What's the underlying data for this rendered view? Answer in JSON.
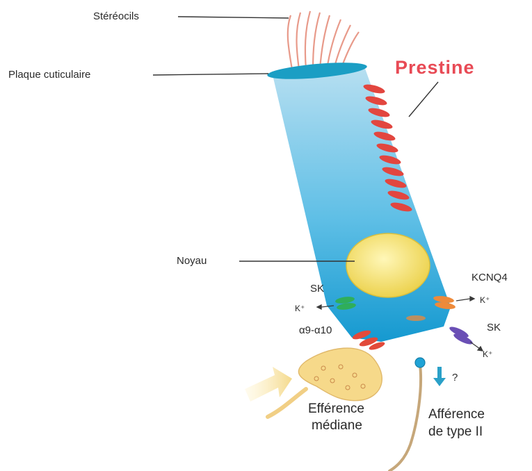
{
  "labels": {
    "stereocils": "Stéréocils",
    "plaque": "Plaque cuticulaire",
    "prestine": "Prestine",
    "noyau": "Noyau",
    "sk_left": "SK",
    "k_left": "K⁺",
    "alpha": "α9-α10",
    "kcnq4": "KCNQ4",
    "k_right_top": "K⁺",
    "sk_right": "SK",
    "k_right_bottom": "K⁺",
    "efference_1": "Efférence",
    "efference_2": "médiane",
    "question": "?",
    "afference_1": "Afférence",
    "afference_2": "de type II"
  },
  "colors": {
    "cell_top": "#a9d8ee",
    "cell_bottom": "#1fa3d6",
    "plate": "#1b9ec4",
    "prestin": "#e2463f",
    "nucleus": "#f4e06a",
    "sk_channel": "#2fae5a",
    "kcnq4_channel": "#ee8a3a",
    "alpha_channel": "#e24a3a",
    "sk_right_channel": "#6a4fb5",
    "terminal": "#f6d98a",
    "arrow_yellow": "#f7e3a0",
    "prestine_text": "#e84a55"
  }
}
